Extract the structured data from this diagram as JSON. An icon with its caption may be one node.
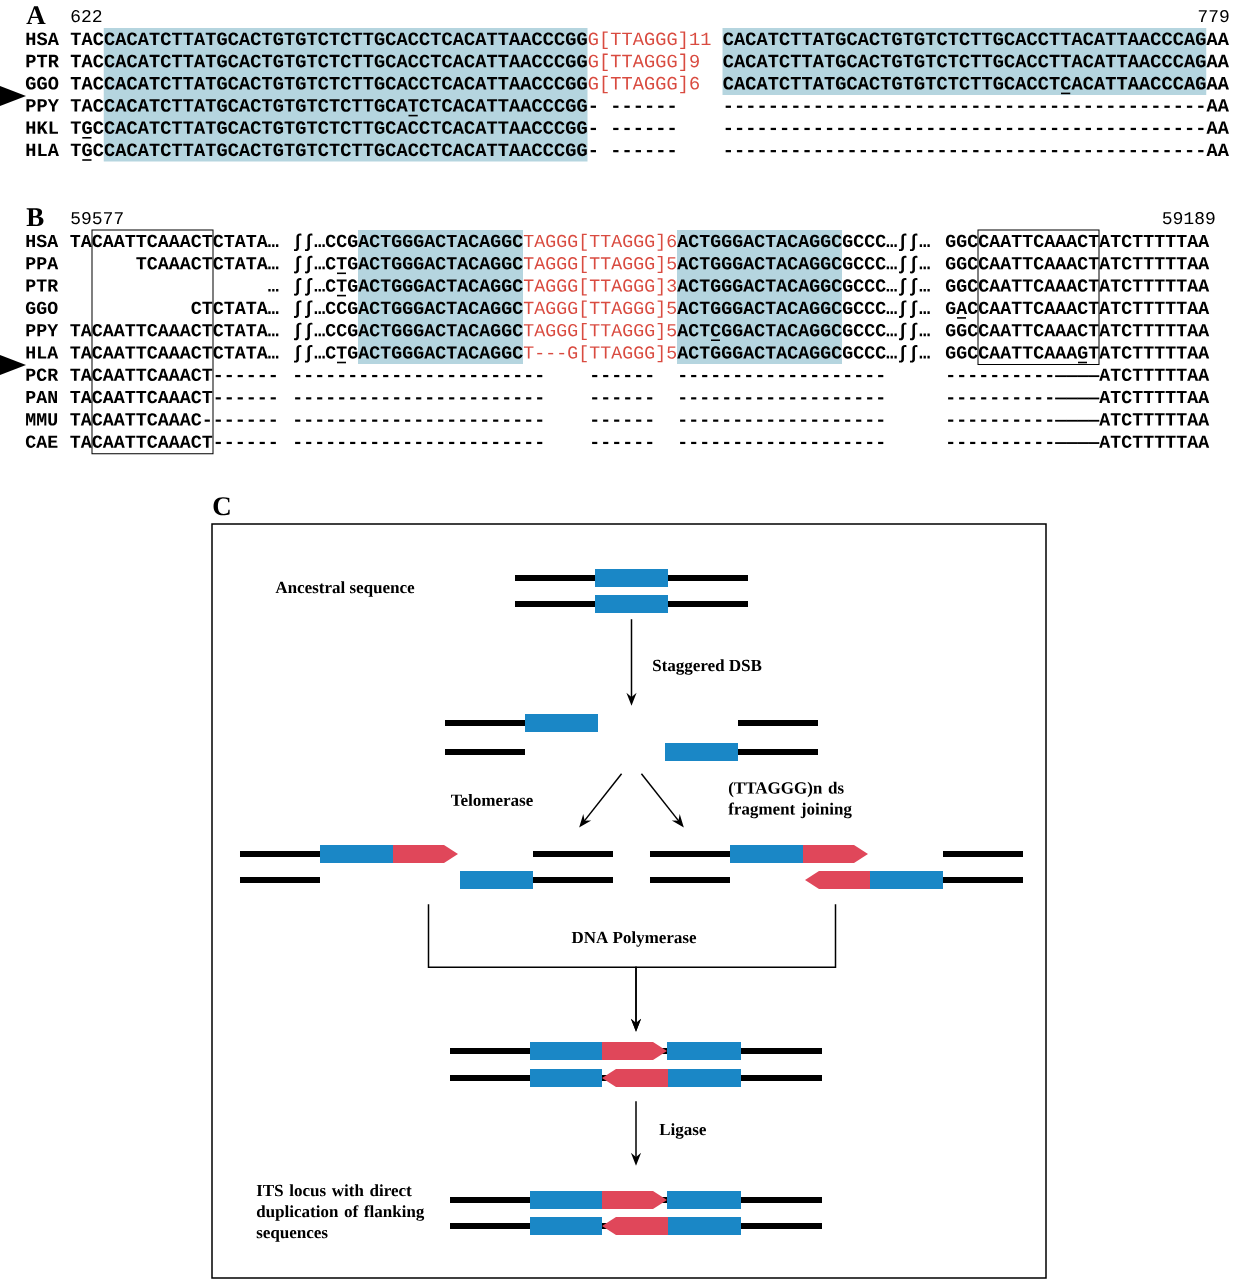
{
  "diagram": {
    "nodes": [
      {
        "text": [],
        "shape": "box"
      },
      {
        "text": [],
        "shape": "box"
      },
      {
        "text": [],
        "shape": "picture"
      },
      {
        "text": [],
        "shape": "picture"
      },
      {
        "text": [],
        "shape": "picture"
      },
      {
        "text": [],
        "shape": "picture"
      },
      {
        "text": [],
        "shape": "picture"
      },
      {
        "text": [],
        "shape": "picture",
        "beside": [
          "ITS locus with direct duplication of flanking sequences"
        ]
      }
    ],
    "edges": [
      {
        "from": 2,
        "to": 3,
        "arrow": "to",
        "label": "Staggered DSB"
      },
      {
        "from": 3,
        "to": 4,
        "arrow": "to",
        "label": "Telomerase"
      },
      {
        "from": 3,
        "to": 5,
        "arrow": "to",
        "label": "(TTAGGG)n ds fragment joining"
      },
      {
        "from": 4,
        "to": 6,
        "arrow": "to",
        "label": "DNA Polymerase"
      },
      {
        "from": 5,
        "to": 6,
        "arrow": "to"
      },
      {
        "from": 6,
        "to": 7,
        "arrow": "to",
        "label": "Ligase"
      }
    ],
    "labels": [
      "A",
      "622",
      "779",
      "HSA",
      "TACCACATCTTATGCACTGTGTCTCTTGCACCTCACATTAACCCGG",
      "G[TTAGGG]11",
      "CACATCTTATGCACTGTGTCTCTTGCACCTTACATTAACCCAGAA",
      "PTR",
      "TACCACATCTTATGCACTGTGTCTCTTGCACCTCACATTAACCCGG",
      "G[TTAGGG]9",
      "CACATCTTATGCACTGTGTCTCTTGCACCTTACATTAACCCAGAA",
      "GGO",
      "TACCACATCTTATGCACTGTGTCTCTTGCACCTCACATTAACCCGG",
      "G[TTAGGG]6",
      "CACATCTTATGCACTGTGTCTCTTGCACCTCACATTAACCCAGAA",
      "PPY",
      "TACCACATCTTATGCACTGTGTCTCTTGCATCTCACATTAACCCGG-",
      "------",
      "-------------------------------------------AA",
      "HKL",
      "TGCCACATCTTATGCACTGTGTCTCTTGCACCTCACATTAACCCGG-",
      "------",
      "-------------------------------------------AA",
      "HLA",
      "TGCCACATCTTATGCACTGTGTCTCTTGCACCTCACATTAACCCGG-",
      "------",
      "-------------------------------------------AA",
      "B",
      "59577",
      "59189",
      "HSA",
      "TACAATTCAAACTCTATA…",
      "∫∫…CCGACTGGGACTACAGGC",
      "TAGGG[TTAGGG]6",
      "ACTGGGACTACAGGCGCCC…∫∫…",
      "GGCCAATTCAAACTATCTTTTTAA",
      "PPA",
      "TCAAACTCTATA…",
      "∫∫…CTGACTGGGACTACAGGC",
      "TAGGG[TTAGGG]5",
      "ACTGGGACTACAGGCGCCC…∫∫…",
      "GGCCAATTCAAACTATCTTTTTAA",
      "PTR",
      "…",
      "∫∫…CTGACTGGGACTACAGGC",
      "TAGGG[TTAGGG]3",
      "ACTGGGACTACAGGCGCCC…∫∫…",
      "GGCCAATTCAAACTATCTTTTTAA",
      "GGO",
      "CTCTATA…",
      "∫∫…CCGACTGGGACTACAGGC",
      "TAGGG[TTAGGG]5",
      "ACTGGGACTACAGGCGCCC…∫∫…",
      "GACCAATTCAAACTATCTTTTTAA",
      "PPY",
      "TACAATTCAAACTCTATA…",
      "∫∫…CCGACTGGGACTACAGGC",
      "TAGGG[TTAGGG]5",
      "ACTCGGACTACAGGCGCCC…∫∫…",
      "GGCCAATTCAAACTATCTTTTTAA",
      "HLA",
      "TACAATTCAAACTCTATA…",
      "∫∫…CTGACTGGGACTACAGGC",
      "T---G[TTAGGG]5",
      "ACTGGGACTACAGGCGCCC…∫∫…",
      "GGCCAATTCAAAGTATCTTTTTAA",
      "PCR",
      "TACAATTCAAACT------",
      "-----------------------",
      "------",
      "-------------------",
      "----------————ATCTTTTTAA",
      "PAN",
      "TACAATTCAAACT------",
      "-----------------------",
      "------",
      "-------------------",
      "----------————ATCTTTTTAA",
      "MMU",
      "TACAATTCAAAC-------",
      "-----------------------",
      "------",
      "-------------------",
      "----------————ATCTTTTTAA",
      "CAE",
      "TACAATTCAAACT------",
      "-----------------------",
      "------",
      "-------------------",
      "----------————ATCTTTTTAA",
      "C",
      "Ancestral sequence"
    ]
  }
}
